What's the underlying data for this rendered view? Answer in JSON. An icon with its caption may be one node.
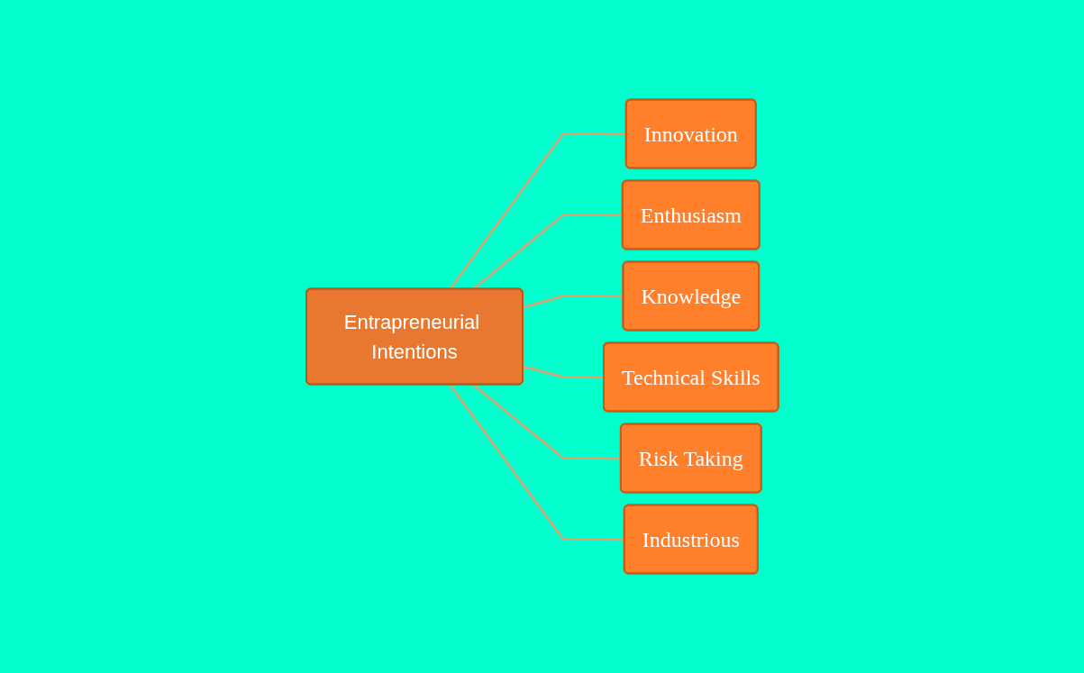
{
  "diagram": {
    "nodes": [
      {
        "text": [
          "Entrapreneurial Intentions"
        ]
      },
      {
        "text": [
          "Innovation"
        ]
      },
      {
        "text": [
          "Enthusiasm"
        ]
      },
      {
        "text": [
          "Knowledge"
        ]
      },
      {
        "text": [
          "Technical Skills"
        ]
      },
      {
        "text": [
          "Risk Taking"
        ]
      },
      {
        "text": [
          "Industrious"
        ]
      }
    ],
    "edges": [
      {
        "from": 0,
        "to": 1,
        "arrow": "none"
      },
      {
        "from": 0,
        "to": 2,
        "arrow": "none"
      },
      {
        "from": 0,
        "to": 3,
        "arrow": "none"
      },
      {
        "from": 0,
        "to": 4,
        "arrow": "none"
      },
      {
        "from": 0,
        "to": 5,
        "arrow": "none"
      },
      {
        "from": 0,
        "to": 6,
        "arrow": "none"
      }
    ]
  }
}
